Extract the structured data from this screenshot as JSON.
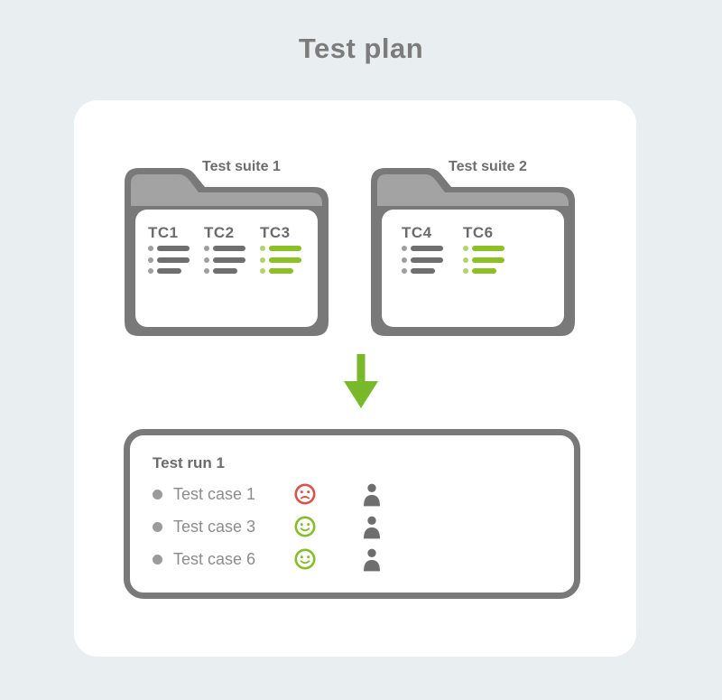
{
  "title": "Test plan",
  "suites": [
    {
      "label": "Test suite 1",
      "test_cases": [
        {
          "id": "TC1",
          "lines_color": "gray"
        },
        {
          "id": "TC2",
          "lines_color": "gray"
        },
        {
          "id": "TC3",
          "lines_color": "green"
        }
      ]
    },
    {
      "label": "Test suite 2",
      "test_cases": [
        {
          "id": "TC4",
          "lines_color": "gray"
        },
        {
          "id": "TC6",
          "lines_color": "green"
        }
      ]
    }
  ],
  "arrow": {
    "icon": "down-arrow-icon",
    "color": "#79b82a"
  },
  "test_run": {
    "title": "Test run 1",
    "rows": [
      {
        "label": "Test case 1",
        "result": "failed",
        "result_icon": "sad-face-icon",
        "assignee_icon": "person-icon"
      },
      {
        "label": "Test case 3",
        "result": "passed",
        "result_icon": "happy-face-icon",
        "assignee_icon": "person-icon"
      },
      {
        "label": "Test case 6",
        "result": "passed",
        "result_icon": "happy-face-icon",
        "assignee_icon": "person-icon"
      }
    ]
  },
  "colors": {
    "background": "#e9eef0",
    "card": "#ffffff",
    "outline_gray": "#797979",
    "folder_tab_gray": "#a3a3a3",
    "text_gray": "#6d6d6d",
    "muted_text_gray": "#8c8c8c",
    "line_gray": "#6f6f6f",
    "dot_gray": "#9e9e9e",
    "green": "#8cc125",
    "green_light": "#b0d469",
    "red": "#d8544b"
  }
}
